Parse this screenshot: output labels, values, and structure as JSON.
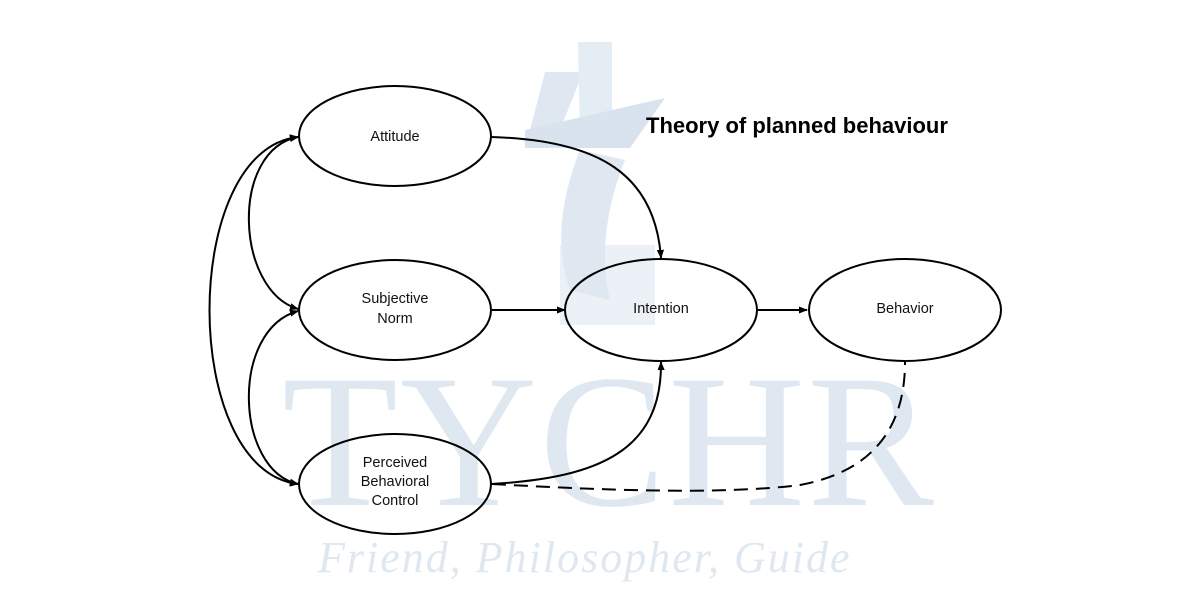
{
  "title": "Theory of planned behaviour",
  "watermark": {
    "brand": "TYCHR",
    "tagline": "Friend, Philosopher, Guide",
    "color": "#dfe8f1"
  },
  "nodes": {
    "attitude": {
      "label": "Attitude"
    },
    "subjective_norm": {
      "line1": "Subjective",
      "line2": "Norm"
    },
    "pbc": {
      "line1": "Perceived",
      "line2": "Behavioral",
      "line3": "Control"
    },
    "intention": {
      "label": "Intention"
    },
    "behavior": {
      "label": "Behavior"
    }
  },
  "edges": [
    {
      "from": "Attitude",
      "to": "Intention",
      "style": "solid"
    },
    {
      "from": "Subjective Norm",
      "to": "Intention",
      "style": "solid"
    },
    {
      "from": "Perceived Behavioral Control",
      "to": "Intention",
      "style": "solid"
    },
    {
      "from": "Intention",
      "to": "Behavior",
      "style": "solid"
    },
    {
      "from": "Perceived Behavioral Control",
      "to": "Behavior",
      "style": "dashed"
    },
    {
      "from": "Attitude",
      "to": "Subjective Norm",
      "style": "bidirectional"
    },
    {
      "from": "Subjective Norm",
      "to": "Perceived Behavioral Control",
      "style": "bidirectional"
    },
    {
      "from": "Attitude",
      "to": "Perceived Behavioral Control",
      "style": "bidirectional"
    }
  ]
}
